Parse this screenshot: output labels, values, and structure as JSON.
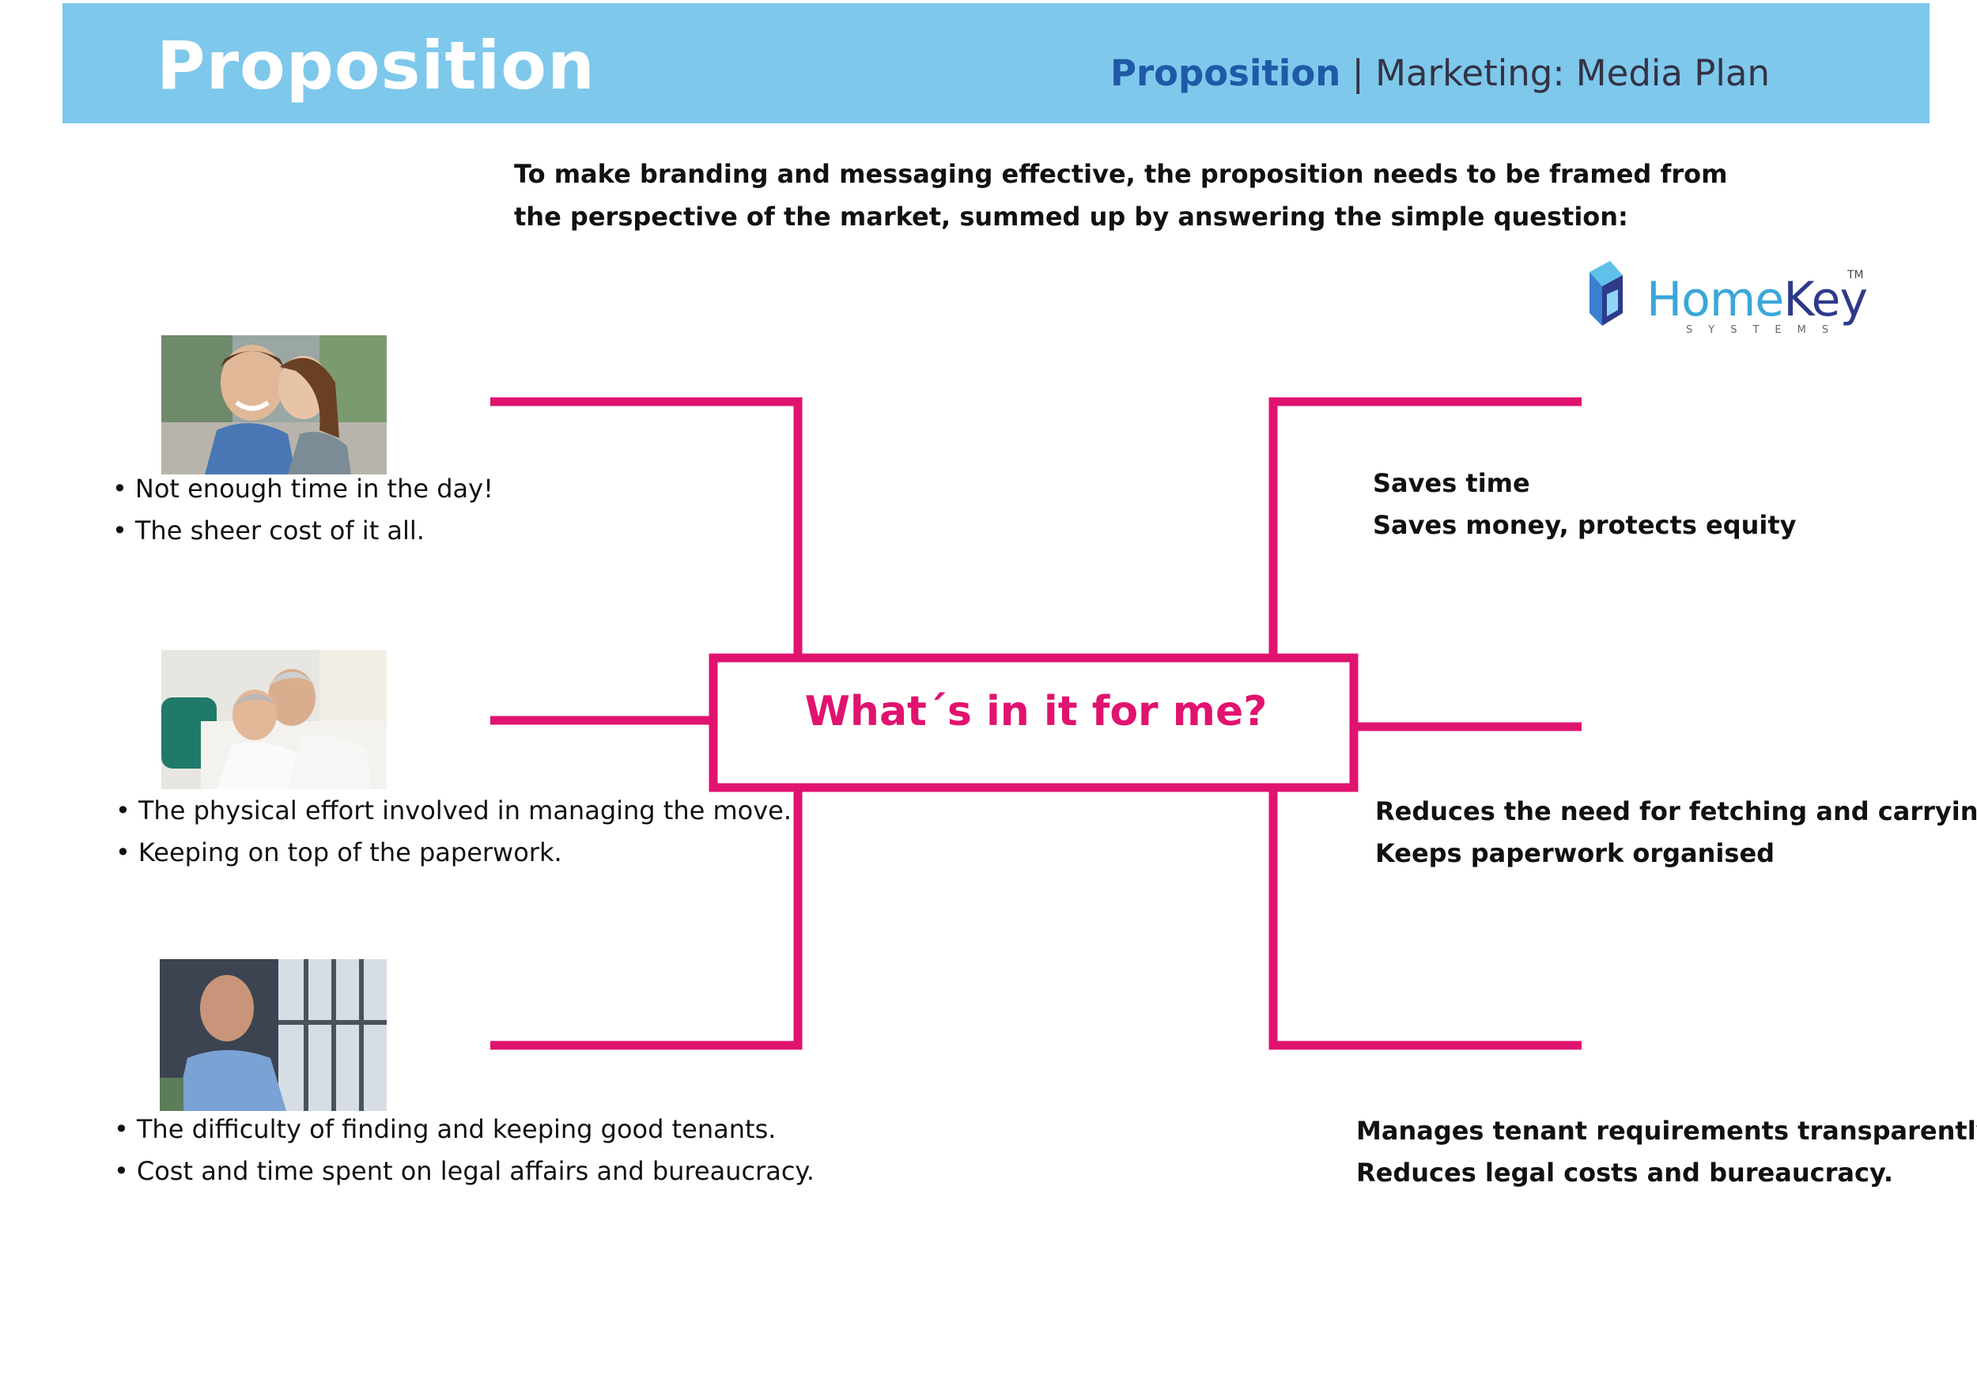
{
  "header": {
    "title": "Proposition",
    "breadcrumb_highlight": "Proposition",
    "breadcrumb_rest": " | Marketing: Media Plan",
    "band_color": "#7ec8ec",
    "highlight_color": "#1f5aa6"
  },
  "intro": {
    "line1": "To make branding and messaging effective, the proposition needs to be framed from",
    "line2": "the perspective of the market, summed up by answering the simple question:"
  },
  "logo": {
    "word_home": "Home",
    "word_key": "Key",
    "tm": "TM",
    "sub": "SYSTEMS"
  },
  "diagram": {
    "center": "What´s in it for me?",
    "accent_color": "#e0136f"
  },
  "pains": [
    {
      "photo": "couple-selfie-photo",
      "items": [
        "Not enough time in the day!",
        "The sheer cost of it all."
      ]
    },
    {
      "photo": "senior-couple-photo",
      "items": [
        "The physical effort involved in managing the move.",
        "Keeping on top of the paperwork."
      ]
    },
    {
      "photo": "man-at-window-photo",
      "items": [
        "The difficulty of finding and keeping good tenants.",
        "Cost and time spent on legal affairs and bureaucracy."
      ]
    }
  ],
  "benefits": [
    {
      "lines": [
        "Saves time",
        "Saves money, protects equity"
      ]
    },
    {
      "lines": [
        "Reduces the need for fetching and carrying",
        "Keeps paperwork organised"
      ]
    },
    {
      "lines": [
        "Manages tenant requirements transparently.",
        "Reduces legal costs and bureaucracy."
      ]
    }
  ]
}
